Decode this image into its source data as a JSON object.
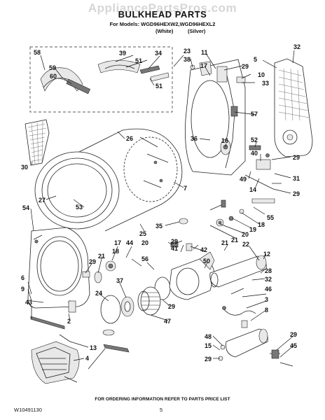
{
  "watermark": "AppliancePartsPros.com",
  "title": "BULKHEAD PARTS",
  "models_line": "For Models: WGD96HEXW2,WGD96HEXL2",
  "variant_white": "(White)",
  "variant_silver": "(Silver)",
  "footer_note": "FOR ORDERING INFORMATION REFER TO PARTS PRICE LIST",
  "doc_number": "W10491130",
  "page_number": "5",
  "callouts": [
    "58",
    "39",
    "51",
    "34",
    "23",
    "59",
    "60",
    "51",
    "11",
    "38",
    "17",
    "29",
    "5",
    "32",
    "10",
    "33",
    "26",
    "57",
    "36",
    "16",
    "52",
    "40",
    "29",
    "30",
    "7",
    "49",
    "14",
    "31",
    "29",
    "27",
    "53",
    "35",
    "55",
    "18",
    "19",
    "20",
    "21",
    "54",
    "25",
    "41",
    "22",
    "42",
    "12",
    "29",
    "21",
    "20",
    "17",
    "21",
    "18",
    "44",
    "29",
    "56",
    "50",
    "28",
    "32",
    "6",
    "9",
    "43",
    "37",
    "29",
    "47",
    "46",
    "3",
    "8",
    "24",
    "2",
    "29",
    "13",
    "48",
    "45",
    "15",
    "4",
    "29"
  ]
}
